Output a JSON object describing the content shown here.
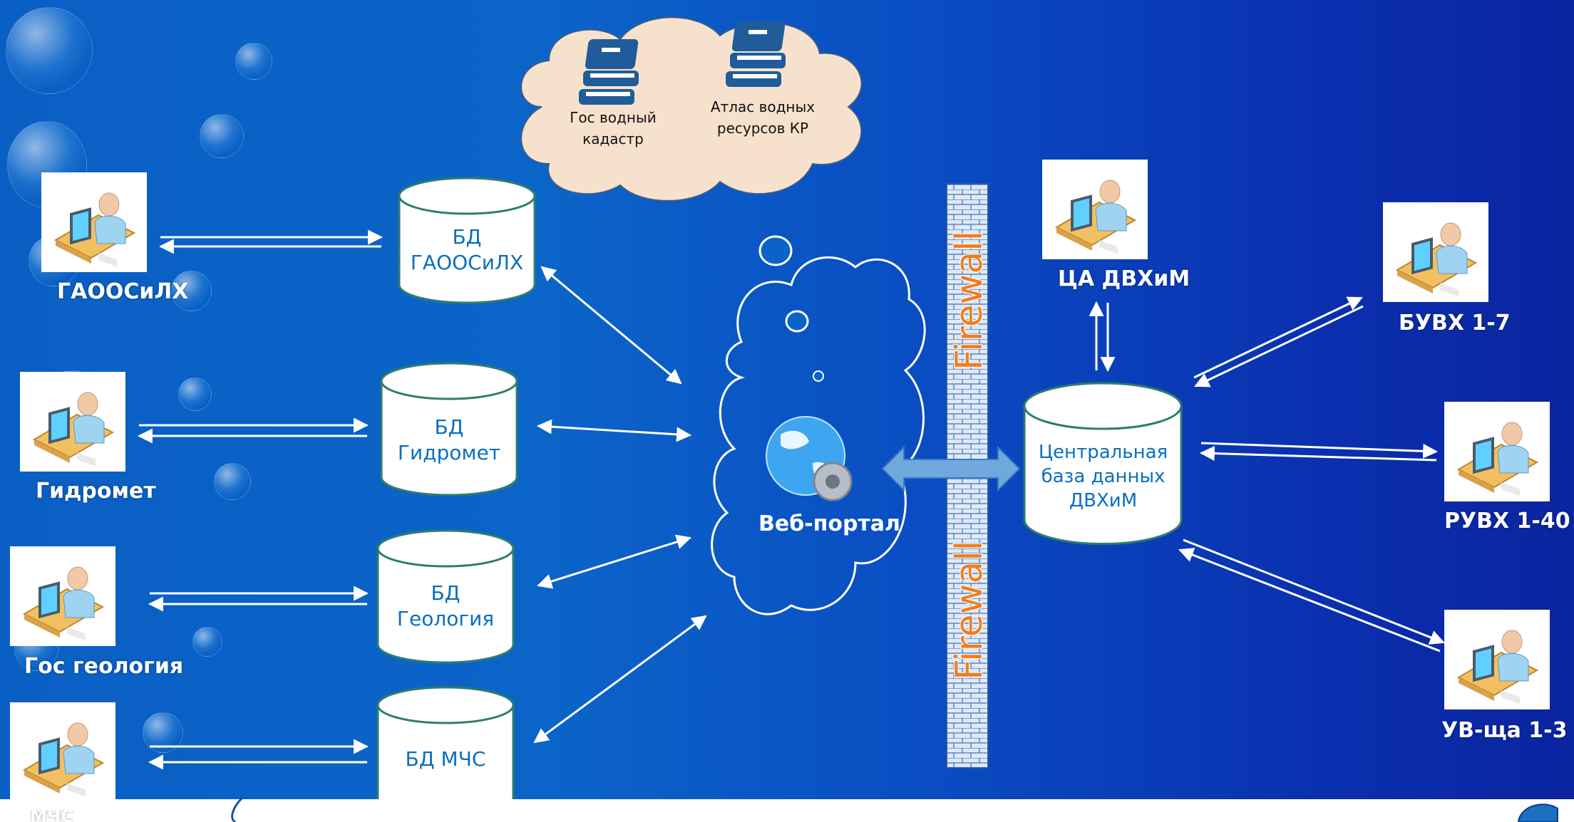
{
  "cloud_top": {
    "item1": "Гос водный кадастр",
    "item2": "Атлас водных ресурсов КР"
  },
  "left_actors": [
    {
      "label": "ГАООСиЛХ"
    },
    {
      "label": "Гидромет"
    },
    {
      "label": "Гос геология"
    },
    {
      "label": "МЧС"
    }
  ],
  "databases": [
    {
      "line1": "БД",
      "line2": "ГАООСиЛХ"
    },
    {
      "line1": "БД",
      "line2": "Гидромет"
    },
    {
      "line1": "БД",
      "line2": "Геология"
    },
    {
      "line1": "БД МЧС",
      "line2": ""
    }
  ],
  "portal": {
    "label": "Веб-портал"
  },
  "firewall": {
    "label": "Firewall"
  },
  "central_db": {
    "line1": "Центральная",
    "line2": "база данных",
    "line3": "ДВХиМ"
  },
  "right_actors": [
    {
      "label": "ЦА ДВХиМ"
    },
    {
      "label": "БУВХ 1-7"
    },
    {
      "label": "РУВХ 1-40"
    },
    {
      "label": "УВ-ща 1-3"
    }
  ],
  "colors": {
    "background": "#0a4bc2",
    "db_border": "#2e7d6e",
    "firewall_orange": "#f07d1e",
    "cloud_fill": "#f6e2cc",
    "book_blue": "#1f5c99"
  }
}
